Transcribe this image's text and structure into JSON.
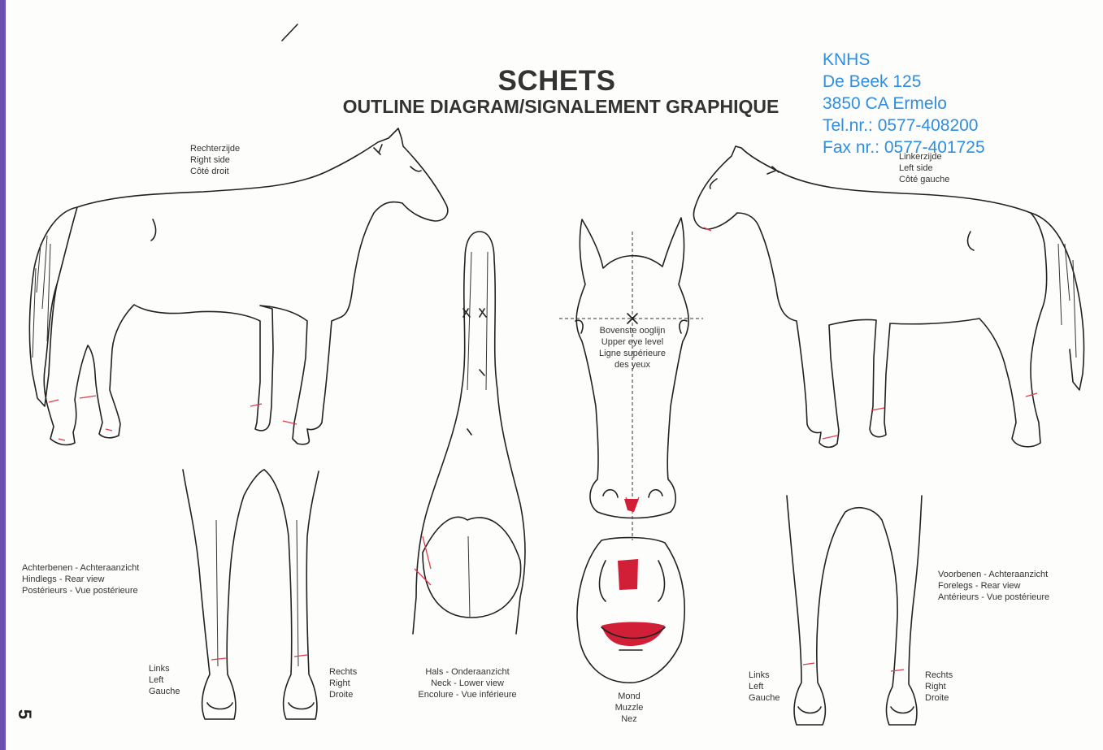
{
  "header": {
    "title": "SCHETS",
    "subtitle": "OUTLINE DIAGRAM/SIGNALEMENT GRAPHIQUE"
  },
  "stamp": {
    "lines": [
      "KNHS",
      "De Beek 125",
      "3850 CA  Ermelo",
      "Tel.nr.: 0577-408200",
      "Fax nr.: 0577-401725"
    ],
    "color": "#2f8ee0"
  },
  "labels": {
    "right_side": [
      "Rechterzijde",
      "Right side",
      "Côté droit"
    ],
    "left_side": [
      "Linkerzijde",
      "Left side",
      "Côté gauche"
    ],
    "eye_level": [
      "Bovenste ooglijn",
      "Upper eye level",
      "Ligne supérieure",
      "des yeux"
    ],
    "hindlegs": [
      "Achterbenen - Achteraanzicht",
      "Hindlegs - Rear view",
      "Postérieurs - Vue postérieure"
    ],
    "forelegs": [
      "Voorbenen - Achteraanzicht",
      "Forelegs - Rear view",
      "Antérieurs - Vue postérieure"
    ],
    "hind_left": [
      "Links",
      "Left",
      "Gauche"
    ],
    "hind_right": [
      "Rechts",
      "Right",
      "Droite"
    ],
    "fore_left": [
      "Links",
      "Left",
      "Gauche"
    ],
    "fore_right": [
      "Rechts",
      "Right",
      "Droite"
    ],
    "neck": [
      "Hals - Onderaanzicht",
      "Neck - Lower view",
      "Encolure - Vue inférieure"
    ],
    "muzzle": [
      "Mond",
      "Muzzle",
      "Nez"
    ]
  },
  "page_number": "5",
  "colors": {
    "marking": "#d01f36",
    "line": "#222222",
    "page_edge": "#6a4fb0"
  }
}
